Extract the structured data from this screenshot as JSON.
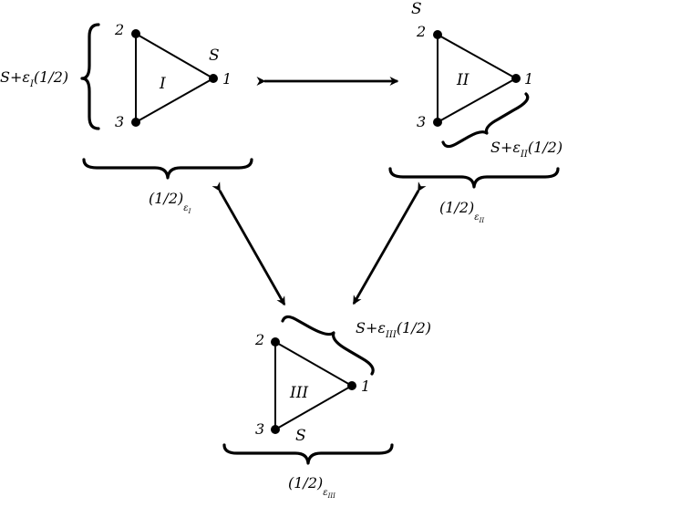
{
  "triangles": {
    "I": {
      "name": "I",
      "v1": "1",
      "v2": "2",
      "v3": "3",
      "s": "S"
    },
    "II": {
      "name": "II",
      "v1": "1",
      "v2": "2",
      "v3": "3",
      "s": "S"
    },
    "III": {
      "name": "III",
      "v1": "1",
      "v2": "2",
      "v3": "3",
      "s": "S"
    }
  },
  "labels": {
    "I": {
      "side_prefix": "S+ε",
      "side_sub": "I",
      "side_suffix": "(1/2)",
      "base_main": "(1/2)",
      "base_sub_eps": "ε",
      "base_sub_idx": "I"
    },
    "II": {
      "side_prefix": "S+ε",
      "side_sub": "II",
      "side_suffix": "(1/2)",
      "base_main": "(1/2)",
      "base_sub_eps": "ε",
      "base_sub_idx": "II"
    },
    "III": {
      "side_prefix": "S+ε",
      "side_sub": "III",
      "side_suffix": "(1/2)",
      "base_main": "(1/2)",
      "base_sub_eps": "ε",
      "base_sub_idx": "III"
    }
  }
}
